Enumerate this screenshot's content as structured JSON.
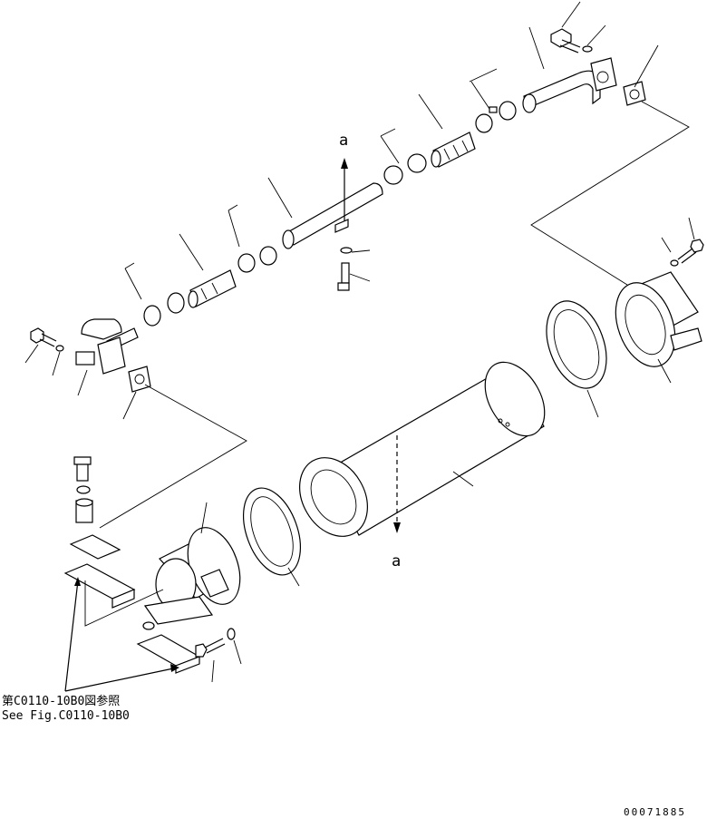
{
  "labels": {
    "section_a_top": "a",
    "section_a_bottom": "a",
    "reference_jp": "第C0110-10B0図参照",
    "reference_en": "See Fig.C0110-10B0",
    "drawing_number": "00071885"
  }
}
